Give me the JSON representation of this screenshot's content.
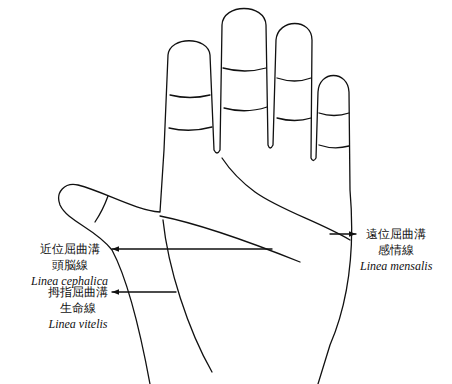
{
  "diagram": {
    "labels": [
      "近位屈曲溝",
      "頭脳線",
      "Linea cephalica",
      "遠位屈曲溝",
      "感情線",
      "Linea mensalis",
      "拇指屈曲溝",
      "生命線",
      "Linea vitelis"
    ]
  }
}
